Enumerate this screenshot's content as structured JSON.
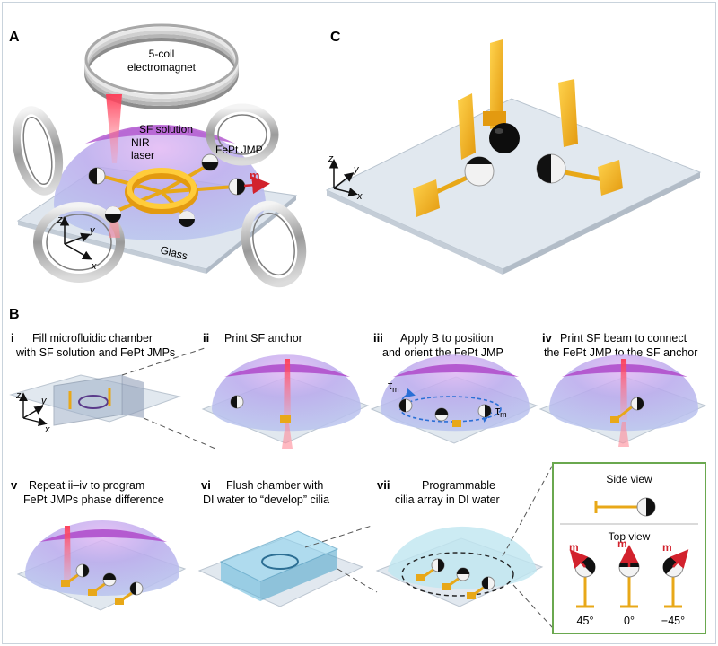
{
  "panel_a": {
    "letter": "A",
    "coil_label_1": "5-coil",
    "coil_label_2": "electromagnet",
    "nir_label_1": "NIR",
    "nir_label_2": "laser",
    "sf_solution": "SF solution",
    "fept_jmp": "FePt JMP",
    "m_label": "m",
    "glass_label": "Glass",
    "axis_z": "z",
    "axis_y": "y",
    "axis_x": "x"
  },
  "panel_c": {
    "letter": "C",
    "axis_z": "z",
    "axis_y": "y",
    "axis_x": "x"
  },
  "panel_b": {
    "letter": "B",
    "steps": [
      {
        "num": "i",
        "line1": "Fill microfluidic chamber",
        "line2": "with SF solution and FePt JMPs"
      },
      {
        "num": "ii",
        "line1": "Print SF anchor",
        "line2": ""
      },
      {
        "num": "iii",
        "line1": "Apply B to position",
        "line2": "and orient the FePt JMP"
      },
      {
        "num": "iv",
        "line1": "Print SF beam to connect",
        "line2": "the FePt JMP to the SF anchor"
      },
      {
        "num": "v",
        "line1": "Repeat ii–iv to program",
        "line2": "FePt JMPs phase difference"
      },
      {
        "num": "vi",
        "line1": "Flush chamber with",
        "line2": "DI water to “develop” cilia"
      },
      {
        "num": "vii",
        "line1": "Programmable",
        "line2": "cilia array in DI water"
      }
    ],
    "tau_label": "τ",
    "tau_sub": "m",
    "axis_z": "z",
    "axis_y": "y",
    "axis_x": "x"
  },
  "inset": {
    "side_view": "Side view",
    "top_view": "Top view",
    "m_label": "m",
    "angles": [
      "45°",
      "0°",
      "−45°"
    ]
  },
  "colors": {
    "gold": "#e8a818",
    "purple": "#b45ad0",
    "dome": "#c7bdf0",
    "laser": "#ff5a6a",
    "plate": "#dfe6ee",
    "inset_border": "#6aa84f",
    "arrow_red": "#d2222d"
  }
}
